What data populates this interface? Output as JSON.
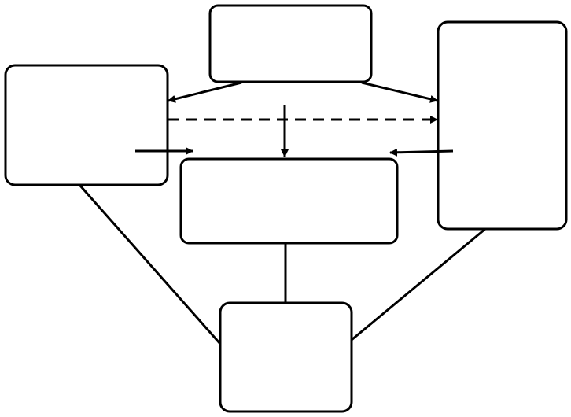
{
  "diagram": {
    "nodes": [
      {
        "id": "top",
        "label": ""
      },
      {
        "id": "left",
        "label": ""
      },
      {
        "id": "right",
        "label": ""
      },
      {
        "id": "center",
        "label": ""
      },
      {
        "id": "bottom",
        "label": ""
      }
    ],
    "edges": [
      {
        "from": "top",
        "to": "left",
        "style": "solid",
        "arrow": true
      },
      {
        "from": "top",
        "to": "right",
        "style": "solid",
        "arrow": true
      },
      {
        "from": "left",
        "to": "right",
        "style": "dashed",
        "arrow": true
      },
      {
        "from": "top",
        "to": "center",
        "style": "solid",
        "arrow": true
      },
      {
        "from": "left",
        "to": "center",
        "style": "solid",
        "arrow": true
      },
      {
        "from": "right",
        "to": "center",
        "style": "solid",
        "arrow": true
      },
      {
        "from": "left",
        "to": "bottom",
        "style": "solid",
        "arrow": false
      },
      {
        "from": "center",
        "to": "bottom",
        "style": "solid",
        "arrow": false
      },
      {
        "from": "right",
        "to": "bottom",
        "style": "solid",
        "arrow": false
      }
    ],
    "colors": {
      "stroke": "#000000",
      "fill": "#ffffff",
      "background": "#ffffff"
    }
  }
}
